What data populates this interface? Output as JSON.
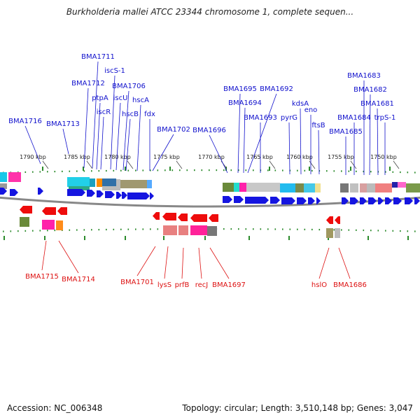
{
  "title": "Burkholderia mallei ATCC 23344 chromosome 1, complete sequen...",
  "footer": {
    "accession": "Accession: NC_006348",
    "summary": "Topology: circular; Length: 3,510,148 bp; Genes: 3,047"
  },
  "colors": {
    "forward_label": "#1010cc",
    "reverse_label": "#dd1111",
    "forward_arrow": "#1515e0",
    "reverse_arrow": "#ee0c0c",
    "backbone": "#888888",
    "tick": "#2a8a2a"
  },
  "scale_labels": [
    "1790 kbp",
    "1785 kbp",
    "1780 kbp",
    "1775 kbp",
    "1770 kbp",
    "1765 kbp",
    "1760 kbp",
    "1755 kbp",
    "1750 kbp"
  ],
  "forward_genes": [
    {
      "label": "BMA1716"
    },
    {
      "label": "BMA1713"
    },
    {
      "label": "BMA1712"
    },
    {
      "label": "BMA1711"
    },
    {
      "label": "ptpA"
    },
    {
      "label": "iscR"
    },
    {
      "label": "iscS-1"
    },
    {
      "label": "iscU"
    },
    {
      "label": "BMA1706"
    },
    {
      "label": "hscB"
    },
    {
      "label": "hscA"
    },
    {
      "label": "fdx"
    },
    {
      "label": "BMA1702"
    },
    {
      "label": "BMA1696"
    },
    {
      "label": "BMA1695"
    },
    {
      "label": "BMA1694"
    },
    {
      "label": "BMA1693"
    },
    {
      "label": "BMA1692"
    },
    {
      "label": "pyrG"
    },
    {
      "label": "kdsA"
    },
    {
      "label": "eno"
    },
    {
      "label": "ftsB"
    },
    {
      "label": "BMA1685"
    },
    {
      "label": "BMA1684"
    },
    {
      "label": "BMA1683"
    },
    {
      "label": "BMA1682"
    },
    {
      "label": "BMA1681"
    },
    {
      "label": "trpS-1"
    }
  ],
  "reverse_genes": [
    {
      "label": "BMA1715"
    },
    {
      "label": "BMA1714"
    },
    {
      "label": "BMA1701"
    },
    {
      "label": "lysS"
    },
    {
      "label": "prfB"
    },
    {
      "label": "recJ"
    },
    {
      "label": "BMA1697"
    },
    {
      "label": "hslO"
    },
    {
      "label": "BMA1686"
    }
  ]
}
